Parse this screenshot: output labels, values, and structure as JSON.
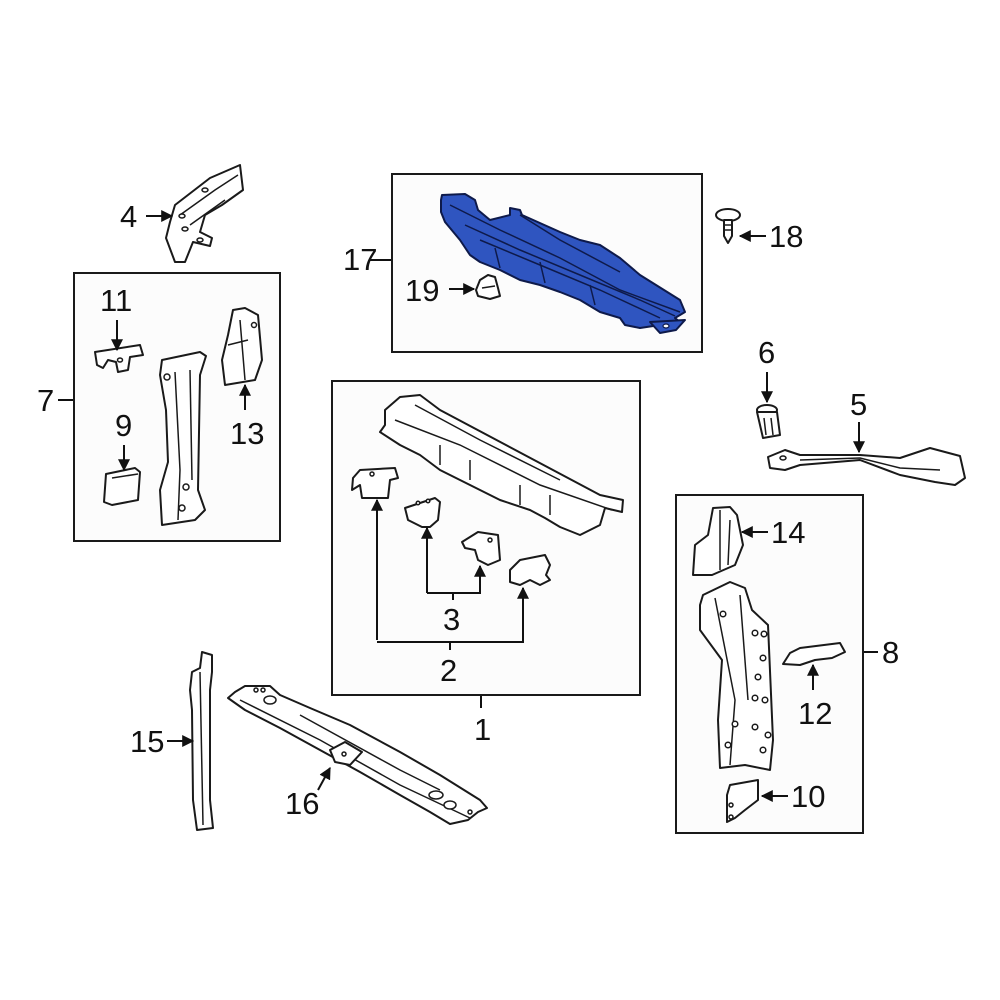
{
  "diagram": {
    "title": "Radiator Support Exploded Parts Diagram",
    "highlight_color": "#2f55c0",
    "outline_color": "#1a1a1a"
  },
  "callouts": {
    "c1": "1",
    "c2": "2",
    "c3": "3",
    "c4": "4",
    "c5": "5",
    "c6": "6",
    "c7": "7",
    "c8": "8",
    "c9": "9",
    "c10": "10",
    "c11": "11",
    "c12": "12",
    "c13": "13",
    "c14": "14",
    "c15": "15",
    "c16": "16",
    "c17": "17",
    "c18": "18",
    "c19": "19"
  },
  "groups": [
    {
      "id": "group-17",
      "label": "17",
      "contains": [
        "17",
        "19"
      ],
      "highlighted_part": "17"
    },
    {
      "id": "group-7",
      "label": "7",
      "contains": [
        "9",
        "11",
        "13"
      ]
    },
    {
      "id": "group-1",
      "label": "1",
      "contains": [
        "2",
        "3"
      ]
    },
    {
      "id": "group-8",
      "label": "8",
      "contains": [
        "10",
        "12",
        "14"
      ]
    }
  ]
}
